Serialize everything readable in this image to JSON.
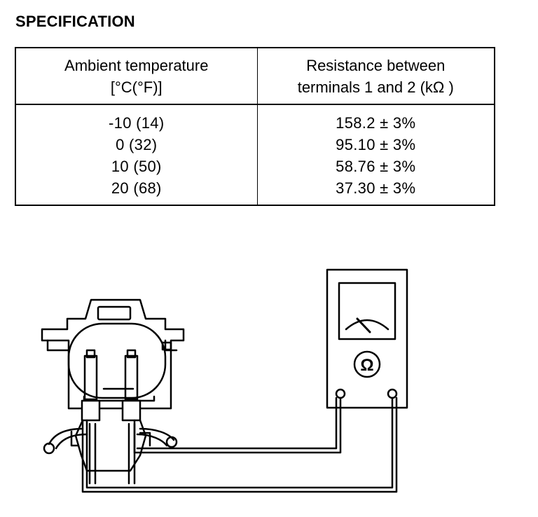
{
  "heading": "SPECIFICATION",
  "table": {
    "columns": [
      {
        "line1": "Ambient temperature",
        "line2": "[°C(°F)]"
      },
      {
        "line1": "Resistance between",
        "line2": "terminals 1 and 2 (kΩ )"
      }
    ],
    "rows": [
      {
        "temperature": "-10  (14)",
        "resistance": "158.2 ± 3%"
      },
      {
        "temperature": "0  (32)",
        "resistance": "95.10 ± 3%"
      },
      {
        "temperature": "10  (50)",
        "resistance": "58.76 ± 3%"
      },
      {
        "temperature": "20  (68)",
        "resistance": "37.30 ± 3%"
      }
    ]
  },
  "diagram": {
    "meter_symbol": "Ω",
    "icons": [
      "sensor-connector-icon",
      "ohmmeter-icon"
    ]
  }
}
